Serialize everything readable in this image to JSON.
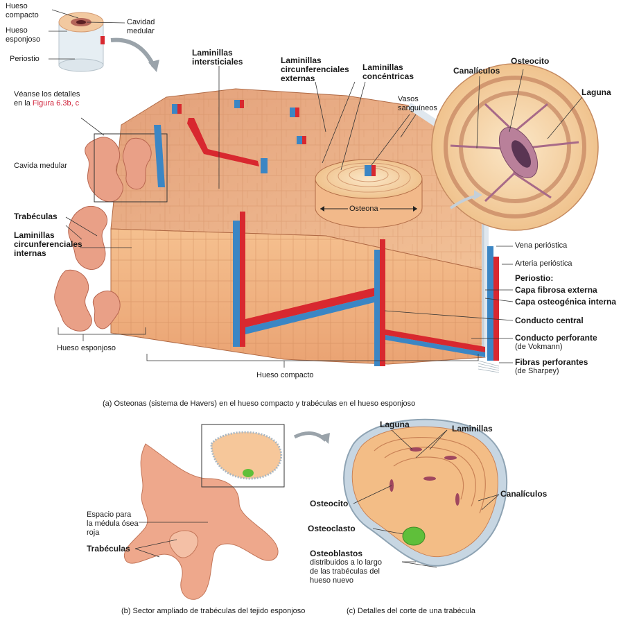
{
  "top_icon": {
    "hueso_compacto": [
      "Hueso",
      "compacto"
    ],
    "hueso_esponjoso": [
      "Hueso",
      "esponjoso"
    ],
    "cavidad_medular": [
      "Cavidad",
      "medular"
    ],
    "periostio": "Periostio"
  },
  "panel_a": {
    "veanse": "Véanse los detalles",
    "en_la": "en la",
    "figura_ref": "Figura 6.3b, c",
    "cavida_medular": "Cavida medular",
    "laminillas_intersticiales": [
      "Laminillas",
      "intersticiales"
    ],
    "laminillas_circ_externas": [
      "Laminillas",
      "circunferenciales",
      "externas"
    ],
    "laminillas_concentricas": [
      "Laminillas",
      "concéntricas"
    ],
    "vasos_sanguineos": [
      "Vasos",
      "sanguíneos"
    ],
    "canaliculos": "Canalículos",
    "osteocito": "Osteocito",
    "laguna": "Laguna",
    "osteona": "Osteona",
    "trabeculas": "Trabéculas",
    "laminillas_circ_internas": [
      "Laminillas",
      "circunferenciales",
      "internas"
    ],
    "vena_periostica": "Vena perióstica",
    "arteria_periostica": "Arteria perióstica",
    "periostio_title": "Periostio:",
    "capa_fibrosa": "Capa  fibrosa externa",
    "capa_osteogenica": "Capa osteogénica interna",
    "conducto_central": "Conducto central",
    "conducto_perforante": "Conducto perforante",
    "de_vokmann": "(de Vokmann)",
    "fibras_perforantes": "Fibras perforantes",
    "de_sharpey": "(de Sharpey)",
    "hueso_esponjoso": "Hueso esponjoso",
    "hueso_compacto": "Hueso compacto",
    "caption": "(a) Osteonas (sistema de Havers) en el hueso compacto y trabéculas en el hueso esponjoso"
  },
  "panel_b": {
    "espacio": [
      "Espacio para",
      "la médula ósea",
      "roja"
    ],
    "trabeculas": "Trabéculas",
    "caption": "(b) Sector ampliado de trabéculas del tejido esponjoso"
  },
  "panel_c": {
    "laguna": "Laguna",
    "laminillas": "Laminillas",
    "osteocito": "Osteocito",
    "canaliculos": "Canalículos",
    "osteoclasto": "Osteoclasto",
    "osteoblastos": "Osteoblastos",
    "osteoblastos_desc": [
      "distribuidos a lo largo",
      "de las trabéculas del",
      "hueso nuevo"
    ],
    "caption": "(c) Detalles del corte de una trabécula"
  },
  "colors": {
    "bone_light": "#f6c79a",
    "bone_mid": "#e9a577",
    "bone_dark": "#c9784f",
    "spongy": "#e59a86",
    "vein": "#3b86c4",
    "artery": "#d8282f",
    "osteocyte": "#b9809a",
    "osteoclast": "#5fbf3a",
    "osteoblast": "#c7d6e2"
  }
}
